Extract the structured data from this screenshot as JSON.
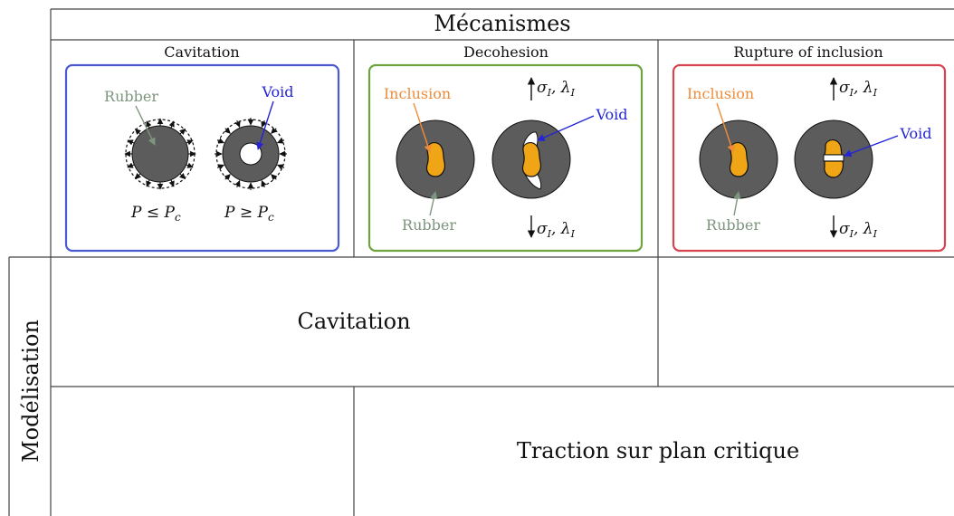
{
  "header": {
    "title": "Mécanismes"
  },
  "side": {
    "label": "Modélisation"
  },
  "mechanisms": {
    "cavitation": {
      "title": "Cavitation",
      "rubber_label": "Rubber",
      "void_label": "Void",
      "eq_left": "P ≤ P",
      "eq_right": "P ≥ P",
      "eq_sub": "c",
      "frame_color": "#4a5bd0"
    },
    "decohesion": {
      "title": "Decohesion",
      "inclusion_label": "Inclusion",
      "void_label": "Void",
      "rubber_label": "Rubber",
      "stress_top": "σ",
      "stress_bottom": "σ",
      "stress_sub": "I",
      "stretch_sym": ", λ",
      "stretch_sub": "I",
      "frame_color": "#6ea33f"
    },
    "rupture": {
      "title": "Rupture of inclusion",
      "inclusion_label": "Inclusion",
      "void_label": "Void",
      "rubber_label": "Rubber",
      "stress_top": "σ",
      "stress_bottom": "σ",
      "stress_sub": "I",
      "stretch_sym": ", λ",
      "stretch_sub": "I",
      "frame_color": "#d64550"
    }
  },
  "models": {
    "cavitation": "Cavitation",
    "traction": "Traction sur plan critique"
  },
  "colors": {
    "rubber_fill": "#5c5c5c",
    "inclusion_fill": "#efa516",
    "rubber_text": "#7e957e",
    "inclusion_text": "#ee8c3a",
    "void_text": "#2424d6"
  }
}
